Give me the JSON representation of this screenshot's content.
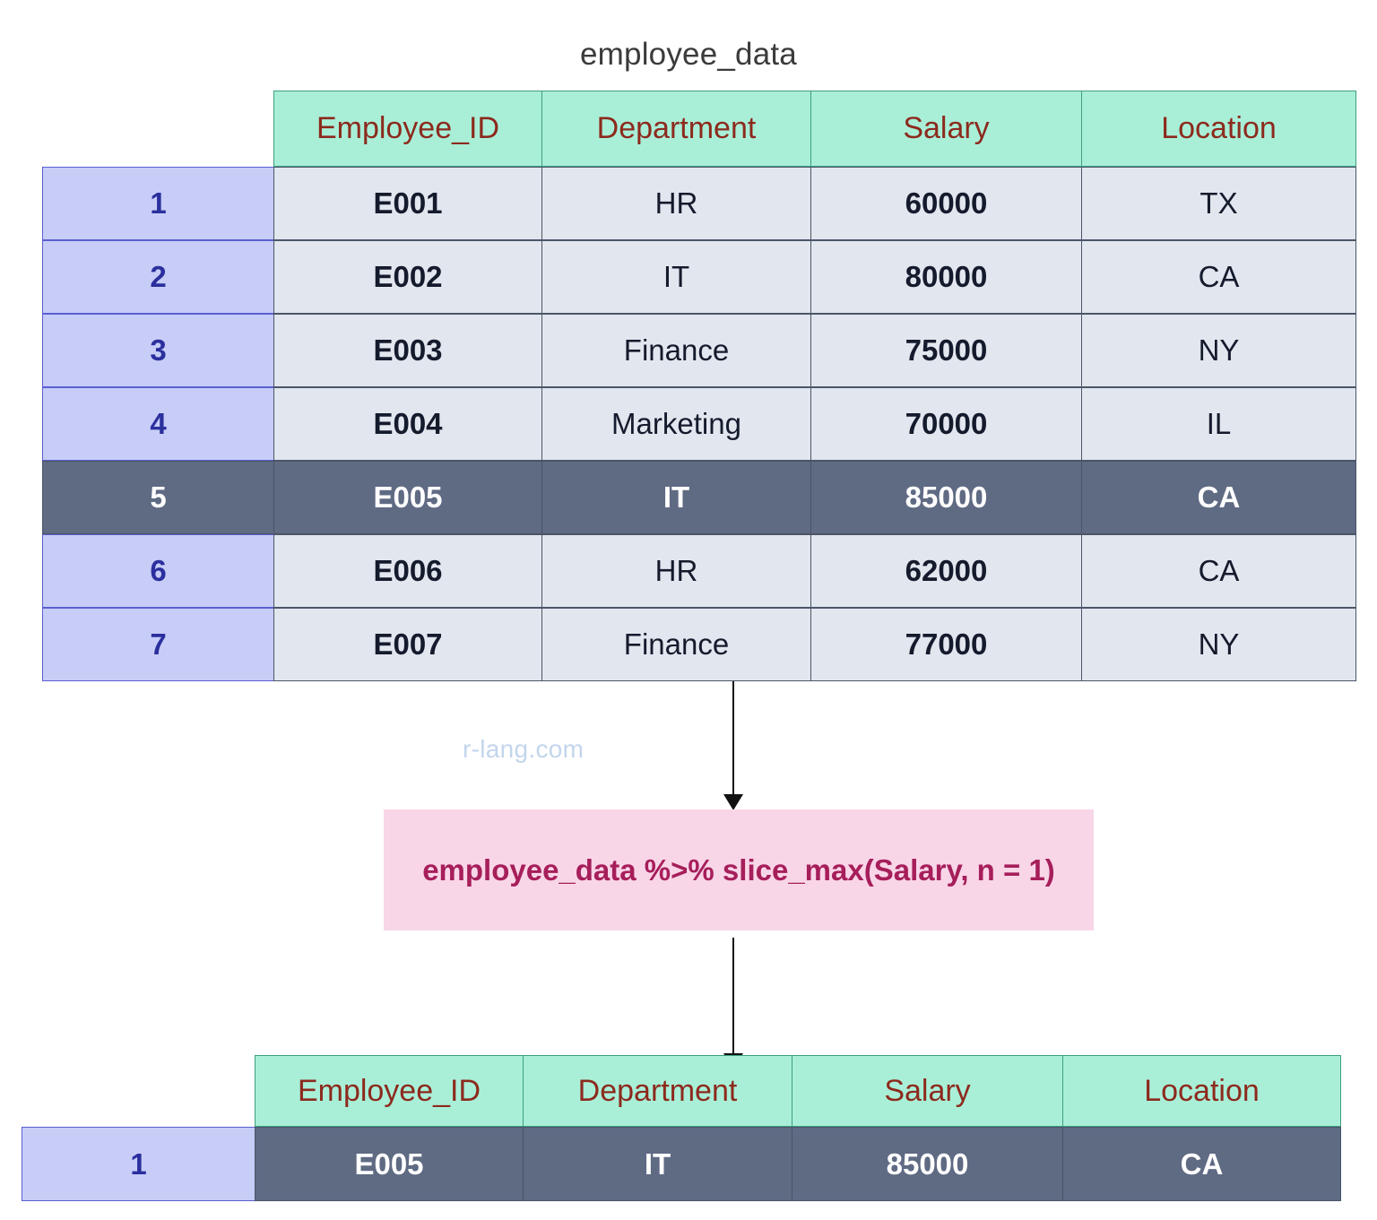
{
  "title": "employee_data",
  "watermark": "r-lang.com",
  "code": {
    "text": "employee_data %>% slice_max(Salary, n = 1)"
  },
  "colors": {
    "header_bg": "#a9efd8",
    "header_text": "#8c2a1d",
    "cell_bg": "#e2e6ee",
    "cell_text": "#141b2d",
    "index_bg": "#c7cdf7",
    "index_text": "#2b2f9e",
    "highlight_bg": "#5f6a83",
    "highlight_text": "#ffffff",
    "code_bg": "#f8d6e8",
    "code_text": "#a61e5a",
    "watermark": "#c3d5ec",
    "arrow": "#111111"
  },
  "input_table": {
    "name": "employee_data",
    "columns": [
      "Employee_ID",
      "Department",
      "Salary",
      "Location"
    ],
    "row_index": [
      "1",
      "2",
      "3",
      "4",
      "5",
      "6",
      "7"
    ],
    "rows": [
      {
        "index": "1",
        "Employee_ID": "E001",
        "Department": "HR",
        "Salary": "60000",
        "Location": "TX",
        "highlighted": false
      },
      {
        "index": "2",
        "Employee_ID": "E002",
        "Department": "IT",
        "Salary": "80000",
        "Location": "CA",
        "highlighted": false
      },
      {
        "index": "3",
        "Employee_ID": "E003",
        "Department": "Finance",
        "Salary": "75000",
        "Location": "NY",
        "highlighted": false
      },
      {
        "index": "4",
        "Employee_ID": "E004",
        "Department": "Marketing",
        "Salary": "70000",
        "Location": "IL",
        "highlighted": false
      },
      {
        "index": "5",
        "Employee_ID": "E005",
        "Department": "IT",
        "Salary": "85000",
        "Location": "CA",
        "highlighted": true
      },
      {
        "index": "6",
        "Employee_ID": "E006",
        "Department": "HR",
        "Salary": "62000",
        "Location": "CA",
        "highlighted": false
      },
      {
        "index": "7",
        "Employee_ID": "E007",
        "Department": "Finance",
        "Salary": "77000",
        "Location": "NY",
        "highlighted": false
      }
    ]
  },
  "output_table": {
    "columns": [
      "Employee_ID",
      "Department",
      "Salary",
      "Location"
    ],
    "rows": [
      {
        "index": "1",
        "Employee_ID": "E005",
        "Department": "IT",
        "Salary": "85000",
        "Location": "CA",
        "highlighted": true
      }
    ]
  }
}
